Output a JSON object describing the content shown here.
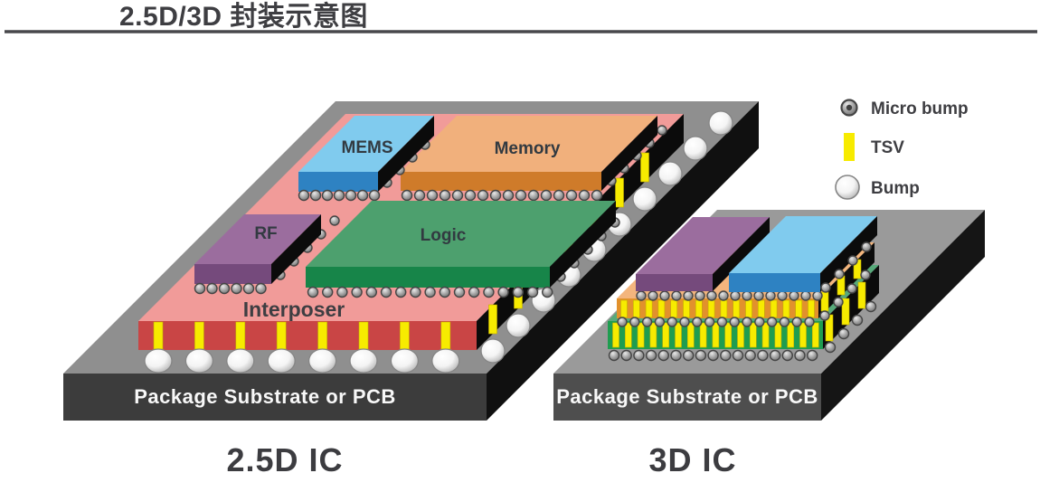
{
  "header": {
    "title": "2.5D/3D 封装示意图"
  },
  "legend": {
    "items": [
      {
        "symbol": "micro-bump-icon",
        "label": "Micro bump"
      },
      {
        "symbol": "tsv-icon",
        "label": "TSV"
      },
      {
        "symbol": "bump-icon",
        "label": "Bump"
      }
    ]
  },
  "left_assembly": {
    "caption": "2.5D IC",
    "substrate_label": "Package Substrate or PCB",
    "interposer_label": "Interposer",
    "chips": [
      {
        "label": "MEMS"
      },
      {
        "label": "Memory"
      },
      {
        "label": "RF"
      },
      {
        "label": "Logic"
      }
    ]
  },
  "right_assembly": {
    "caption": "3D IC",
    "substrate_label": "Package Substrate or PCB"
  },
  "colors": {
    "title_text": "#3e3e42",
    "rule": "#48484c",
    "label_dark": "#323a41",
    "caption_text": "#3c3c40",
    "white_text": "#f8f8f8",
    "substrate_top_25": "#8f8f8f",
    "substrate_front_25": "#3c3c3c",
    "substrate_side_25": "#101010",
    "substrate_top_3d": "#9a9a9a",
    "substrate_front_3d": "#4e4e4e",
    "substrate_side_3d": "#151515",
    "interposer_top": "#f19b99",
    "interposer_front": "#c94545",
    "chip_side": "#0b0b0b",
    "mems_top": "#80cbee",
    "mems_front": "#2e82c2",
    "memory_top": "#f1b07c",
    "memory_front": "#cf7b2a",
    "rf_top": "#9b6d9e",
    "rf_front": "#754a7c",
    "logic_top": "#4da06e",
    "logic_front": "#178549",
    "green3d_top": "#57a97a",
    "green3d_front": "#1f9d50",
    "orange3d_top": "#f3b57d",
    "orange3d_front": "#e2912c",
    "purple3d_top": "#9b6d9e",
    "purple3d_front": "#754a7c",
    "blue3d_top": "#80cbee",
    "blue3d_front": "#2e82c2",
    "tsv_fill": "#f7eb00",
    "tsv_stroke": "#c2ae00",
    "micro_ring": "#454545",
    "bump_ring": "#858585"
  }
}
